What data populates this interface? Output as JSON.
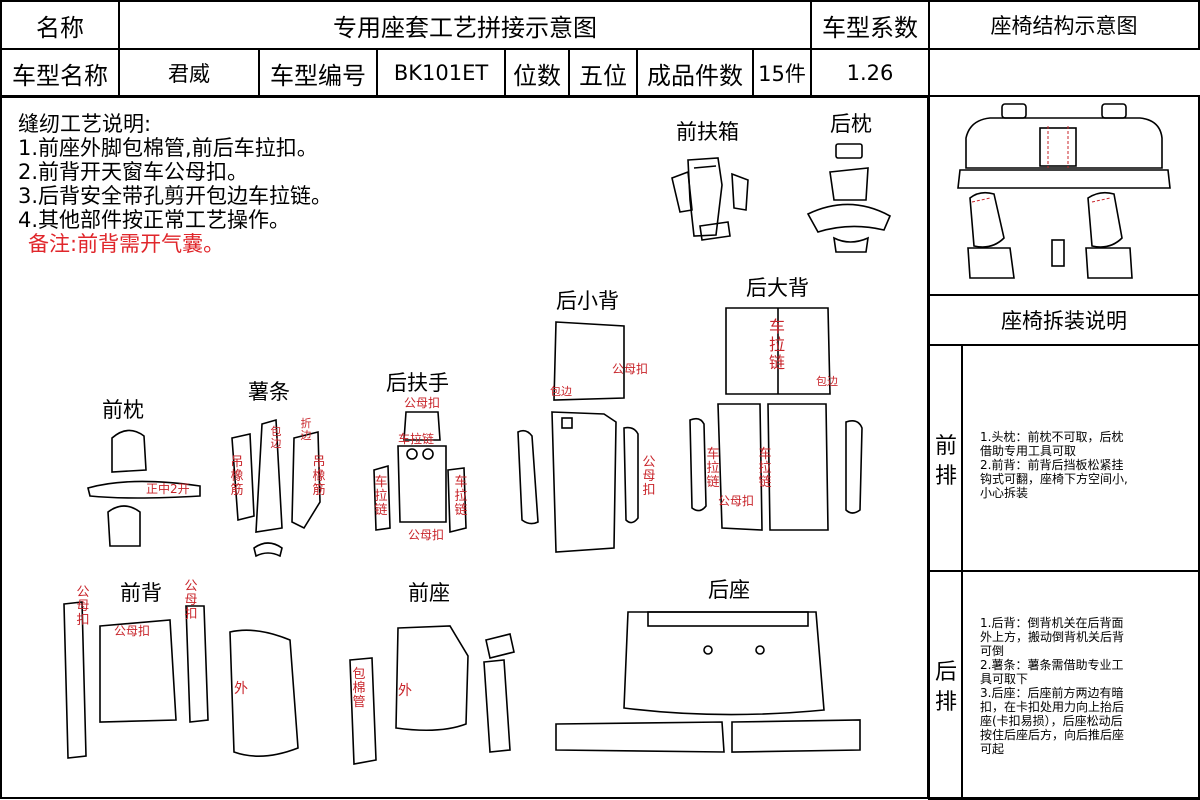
{
  "header": {
    "name_label": "名称",
    "title": "专用座套工艺拼接示意图",
    "coef_label": "车型系数",
    "structure_title": "座椅结构示意图",
    "model_name_label": "车型名称",
    "model_name": "君威",
    "model_code_label": "车型编号",
    "model_code": "BK101ET",
    "seats_label": "位数",
    "seats_value": "五位",
    "pieces_label": "成品件数",
    "pieces_value": "15件",
    "coef_value": "1.26"
  },
  "notes": {
    "title": "缝纫工艺说明:",
    "items": [
      "1.前座外脚包棉管,前后车拉扣。",
      "2.前背开天窗车公母扣。",
      "3.后背安全带孔剪开包边车拉链。",
      "4.其他部件按正常工艺操作。"
    ],
    "remark": "备注:前背需开气囊。"
  },
  "parts": {
    "front_armrest_box": "前扶箱",
    "rear_headrest": "后枕",
    "rear_small_back": "后小背",
    "rear_big_back": "后大背",
    "front_headrest": "前枕",
    "bolster": "薯条",
    "rear_armrest": "后扶手",
    "front_back": "前背",
    "front_seat": "前座",
    "rear_seat": "后座"
  },
  "annotations": {
    "front_headrest_open": "正中2开",
    "snap": "公母扣",
    "snap_vertical": "公母扣",
    "zipper": "车拉链",
    "edge_tuck": "包边",
    "side_edge": "包边",
    "fold_edge": "折边",
    "hang_rubber": "吊橡筋",
    "rear_big_zip": "车拉链",
    "outer": "外",
    "cotton_tube": "包棉管",
    "zip_pull": "车拉链"
  },
  "side_panel": {
    "disassembly_title": "座椅拆装说明",
    "front_label": "前排",
    "front_text": [
      "1.头枕：前枕不可取，后枕",
      "借助专用工具可取",
      "2.前背：前背后挡板松紧挂",
      "钩式可翻，座椅下方空间小,",
      "小心拆装"
    ],
    "rear_label": "后排",
    "rear_text": [
      "1.后背：倒背机关在后背面",
      "外上方，搬动倒背机关后背",
      "可倒",
      "2.薯条：薯条需借助专业工",
      "具可取下",
      "3.后座：后座前方两边有暗",
      "扣，在卡扣处用力向上抬后",
      "座(卡扣易损），后座松动后",
      "按住后座后方，向后推后座",
      "可起"
    ]
  },
  "colors": {
    "remark": "#e0262b",
    "annotation": "#c8242a"
  }
}
